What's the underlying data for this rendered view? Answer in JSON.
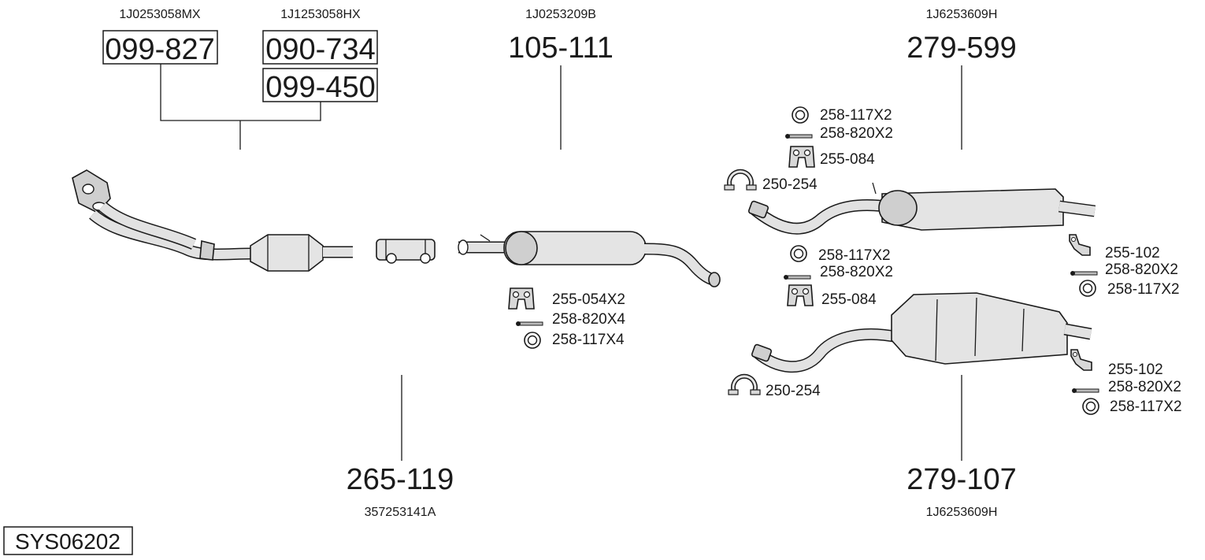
{
  "system_code": "SYS06202",
  "parts": [
    {
      "id": "downpipe_a",
      "number": "099-827",
      "oem": "1J0253058MX",
      "boxed": true
    },
    {
      "id": "downpipe_b",
      "number": "090-734",
      "oem": "1J1253058HX",
      "boxed": true
    },
    {
      "id": "downpipe_c",
      "number": "099-450",
      "boxed": true
    },
    {
      "id": "front_box",
      "number": "105-111",
      "oem": "1J0253209B"
    },
    {
      "id": "rear_box_upper",
      "number": "279-599",
      "oem": "1J6253609H"
    },
    {
      "id": "connector",
      "number": "265-119",
      "oem": "357253141A"
    },
    {
      "id": "rear_box_lower",
      "number": "279-107",
      "oem": "1J6253609H"
    }
  ],
  "accessories": {
    "front": [
      "255-054X2",
      "258-820X4",
      "258-117X4"
    ],
    "upper_left": [
      "258-117X2",
      "258-820X2",
      "255-084",
      "250-254"
    ],
    "upper_right": [
      "255-102",
      "258-820X2",
      "258-117X2"
    ],
    "lower_left": [
      "258-117X2",
      "258-820X2",
      "255-084",
      "250-254"
    ],
    "lower_right": [
      "255-102",
      "258-820X2",
      "258-117X2"
    ]
  },
  "icons": {
    "ring": "gasket-ring-icon",
    "bolt": "bolt-icon",
    "hanger": "rubber-hanger-icon",
    "clamp": "pipe-clamp-icon",
    "bracket": "bracket-icon"
  }
}
